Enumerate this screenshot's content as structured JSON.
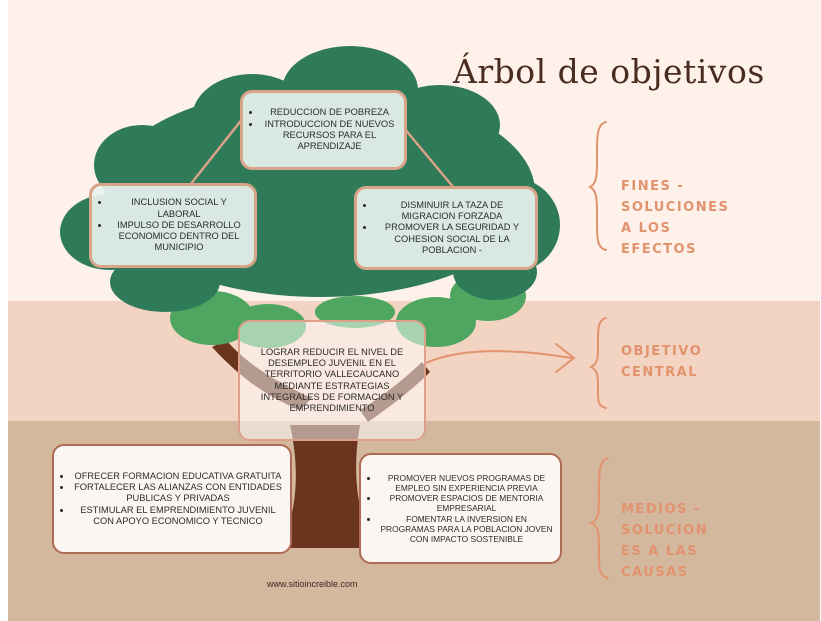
{
  "title": "Árbol de objetivos",
  "boxes": {
    "top": [
      "REDUCCION DE POBREZA",
      "INTRODUCCION DE NUEVOS RECURSOS PARA EL APRENDIZAJE"
    ],
    "left": [
      "INCLUSION SOCIAL Y LABORAL",
      "IMPULSO DE DESARROLLO ECONOMICO DENTRO DEL MUNICIPIO"
    ],
    "right": [
      "DISMINUIR LA TAZA DE MIGRACION FORZADA",
      "PROMOVER LA SEGURIDAD  Y COHESION SOCIAL DE LA POBLACION -"
    ],
    "center": "LOGRAR REDUCIR EL NIVEL DE DESEMPLEO JUVENIL EN EL TERRITORIO VALLECAUCANO MEDIANTE ESTRATEGIAS INTEGRALES DE FORMACION Y EMPRENDIMIENTO",
    "left_bottom": [
      "OFRECER  FORMACION EDUCATIVA GRATUITA",
      "FORTALECER LAS ALIANZAS CON ENTIDADES PUBLICAS Y PRIVADAS",
      "ESTIMULAR EL EMPRENDIMIENTO JUVENIL  CON APOYO ECONOMICO Y TECNICO"
    ],
    "right_bottom": [
      "PROMOVER NUEVOS PROGRAMAS DE EMPLEO SIN EXPERIENCIA PREVIA",
      "PROMOVER ESPACIOS DE MENTORIA EMPRESARIAL",
      "FOMENTAR  LA INVERSION  EN PROGRAMAS PARA LA POBLACION JOVEN  CON IMPACTO SOSTENIBLE"
    ]
  },
  "side_labels": {
    "fines": [
      "FINES -",
      "SOLUCIONES",
      "A LOS",
      "EFECTOS"
    ],
    "objetivo": [
      "OBJETIVO",
      "CENTRAL"
    ],
    "medios": [
      "MEDIOS -",
      "SOLUCION",
      "ES A LAS",
      "CAUSAS"
    ]
  },
  "website": "www.sitioincreible.com",
  "colors": {
    "band_top": "#fdf1ea",
    "band_mid": "#f3d3c1",
    "band_bottom": "#d3b89d",
    "canopy_dark": "#2e7a59",
    "canopy_light": "#4ea660",
    "trunk": "#6a341e",
    "accent": "#e2936e",
    "title": "#4a2b1f"
  }
}
